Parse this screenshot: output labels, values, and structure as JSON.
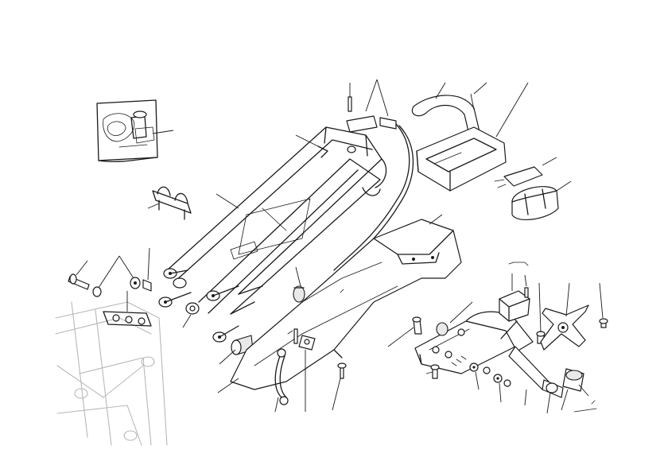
{
  "diagram": {
    "background": "#ffffff",
    "ink_color": "#1a1a1a",
    "ghost_color": "#b8b8b8",
    "parts": [
      "inset-ignition-lock",
      "rear-subframe",
      "seat-lock-cable",
      "seat-release-cable",
      "tool-tray",
      "document-holder",
      "tool-kit-roll",
      "cable-clip",
      "frame-mounting-bolts",
      "main-frame-ghost",
      "mudguard-undertray",
      "earth-cable",
      "license-plate-holder",
      "turn-signal-mounts",
      "number-plate-bracket"
    ]
  }
}
